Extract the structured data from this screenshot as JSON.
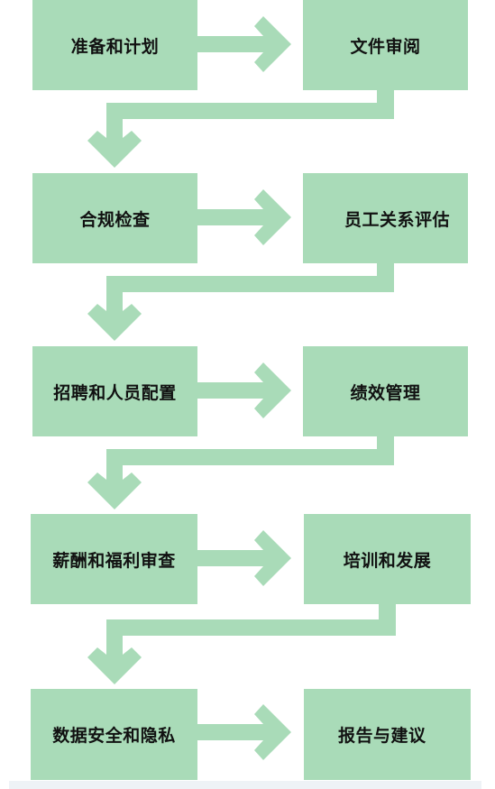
{
  "colors": {
    "box_fill": "#a9dbb8",
    "arrow_fill": "#a9dbb8",
    "text": "#111111",
    "background": "#ffffff"
  },
  "steps": [
    {
      "id": "s1",
      "label": "准备和计划"
    },
    {
      "id": "s2",
      "label": "文件审阅"
    },
    {
      "id": "s3",
      "label": "合规检查"
    },
    {
      "id": "s4",
      "label": "员工关系评估"
    },
    {
      "id": "s5",
      "label": "招聘和人员配置"
    },
    {
      "id": "s6",
      "label": "绩效管理"
    },
    {
      "id": "s7",
      "label": "薪酬和福利审查"
    },
    {
      "id": "s8",
      "label": "培训和发展"
    },
    {
      "id": "s9",
      "label": "数据安全和隐私"
    },
    {
      "id": "s10",
      "label": "报告与建议"
    }
  ],
  "connections": [
    {
      "from": "s1",
      "to": "s2"
    },
    {
      "from": "s2",
      "to": "s3"
    },
    {
      "from": "s3",
      "to": "s4"
    },
    {
      "from": "s4",
      "to": "s5"
    },
    {
      "from": "s5",
      "to": "s6"
    },
    {
      "from": "s6",
      "to": "s7"
    },
    {
      "from": "s7",
      "to": "s8"
    },
    {
      "from": "s8",
      "to": "s9"
    },
    {
      "from": "s9",
      "to": "s10"
    }
  ]
}
